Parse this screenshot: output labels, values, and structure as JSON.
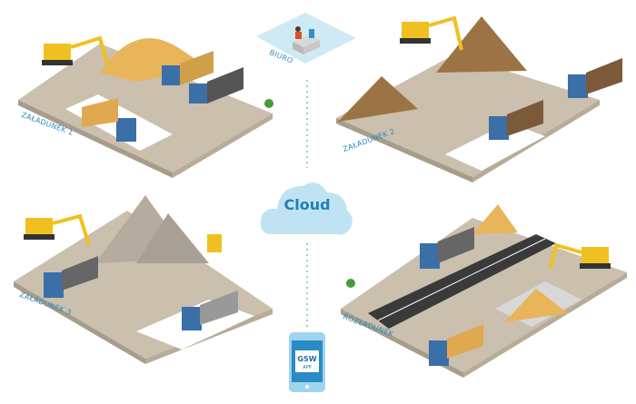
{
  "labels": {
    "office": "BIURO",
    "loading1": "ZAŁADUNEK 1",
    "loading2": "ZAŁADUNEK 2",
    "loading3": "ZAŁADUNEK 3",
    "unloading": "ROZŁADUNEK"
  },
  "cloud": {
    "label": "Cloud"
  },
  "app": {
    "title": "GSW",
    "subtitle": "APP"
  },
  "colors": {
    "accent": "#2a8ac4",
    "cloud": "#bfe3f2",
    "ground": "#cfc4b4",
    "truck": "#3a6fa8",
    "excavator": "#f0c020",
    "sand": "#e8b55a"
  }
}
